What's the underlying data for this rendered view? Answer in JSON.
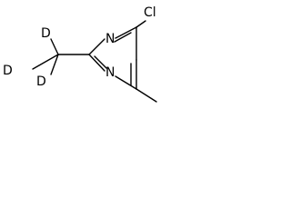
{
  "molecule": {
    "atoms": {
      "cl": "Cl",
      "n_top": "N",
      "n_bottom": "N",
      "d1": "D",
      "d2": "D",
      "d3": "D"
    }
  }
}
